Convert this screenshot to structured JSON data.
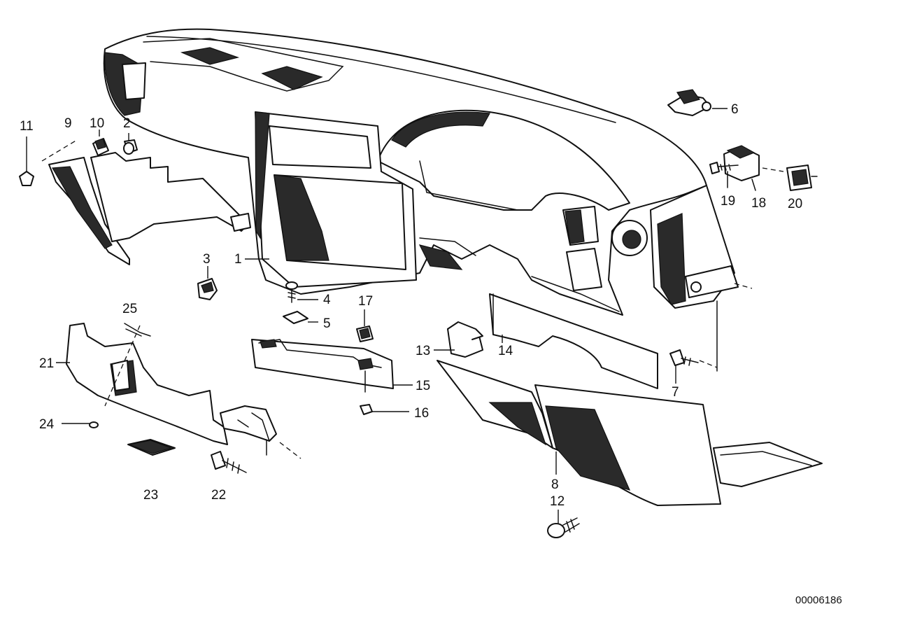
{
  "callouts": [
    "1",
    "2",
    "3",
    "4",
    "5",
    "6",
    "7",
    "8",
    "9",
    "10",
    "11",
    "12",
    "13",
    "14",
    "15",
    "16",
    "17",
    "18",
    "19",
    "20",
    "21",
    "22",
    "23",
    "24",
    "25"
  ],
  "reference_number": "00006186"
}
